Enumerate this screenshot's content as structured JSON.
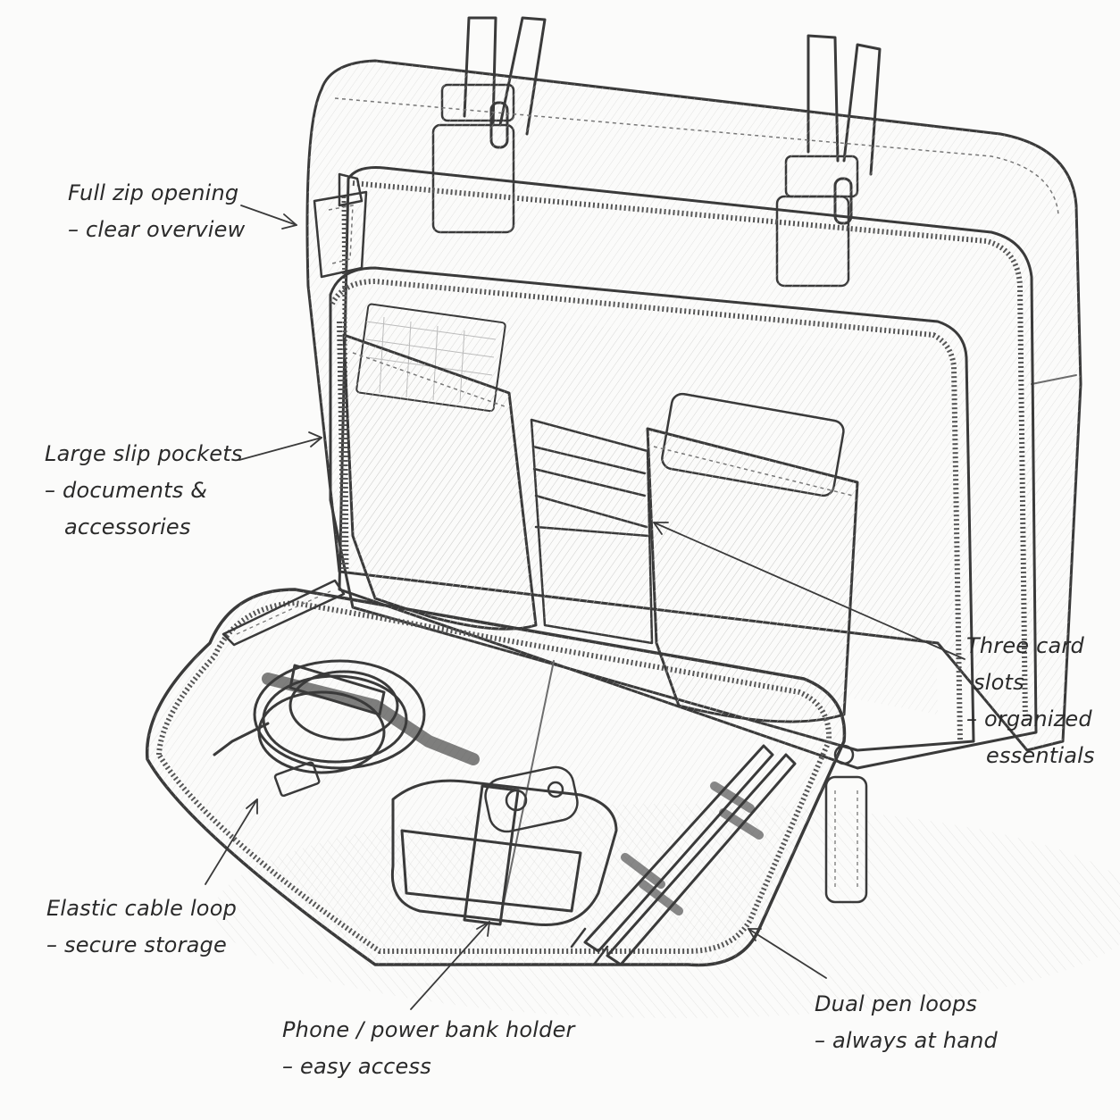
{
  "callouts": [
    {
      "id": "full-zip-opening",
      "lines": [
        "Full zip opening",
        "– clear overview"
      ]
    },
    {
      "id": "large-slip-pockets",
      "lines": [
        "Large slip pockets",
        "– documents &",
        "accessories"
      ]
    },
    {
      "id": "three-card-slots",
      "lines": [
        "Three card",
        "slots",
        "– organized",
        "essentials"
      ]
    },
    {
      "id": "elastic-cable-loop",
      "lines": [
        "Elastic cable loop",
        "– secure storage"
      ]
    },
    {
      "id": "phone-holder",
      "lines": [
        "Phone / power bank holder",
        "– easy access"
      ]
    },
    {
      "id": "dual-pen-loops",
      "lines": [
        "Dual pen loops",
        "– always at hand"
      ]
    }
  ],
  "colors": {
    "paper": "#fbfbfa",
    "pencil": "#3a3a3a",
    "shade": "#e6e6e4"
  }
}
